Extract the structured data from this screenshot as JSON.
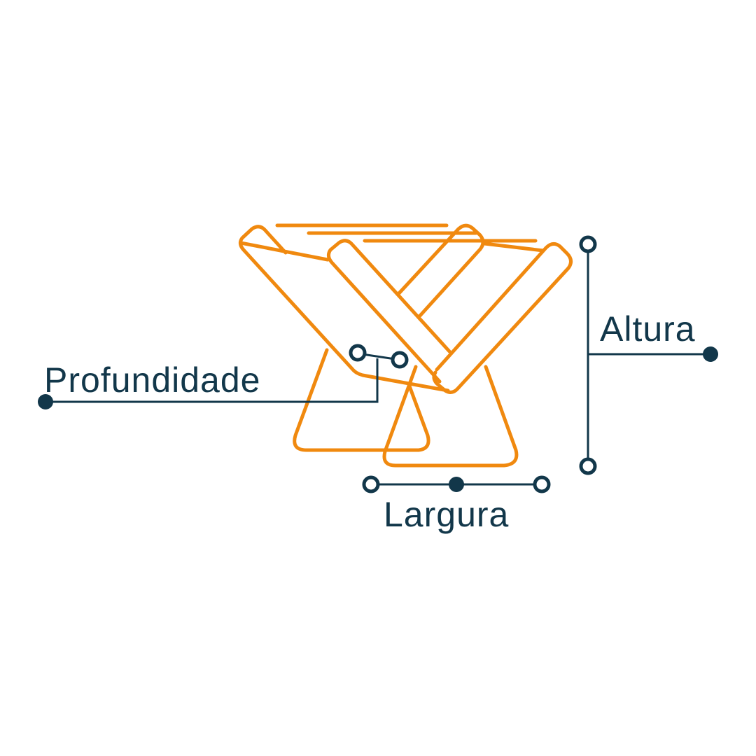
{
  "labels": {
    "depth": "Profundidade",
    "height": "Altura",
    "width": "Largura"
  },
  "colors": {
    "chair": "#F0890F",
    "dimension": "#12374A",
    "background": "#FFFFFF"
  }
}
